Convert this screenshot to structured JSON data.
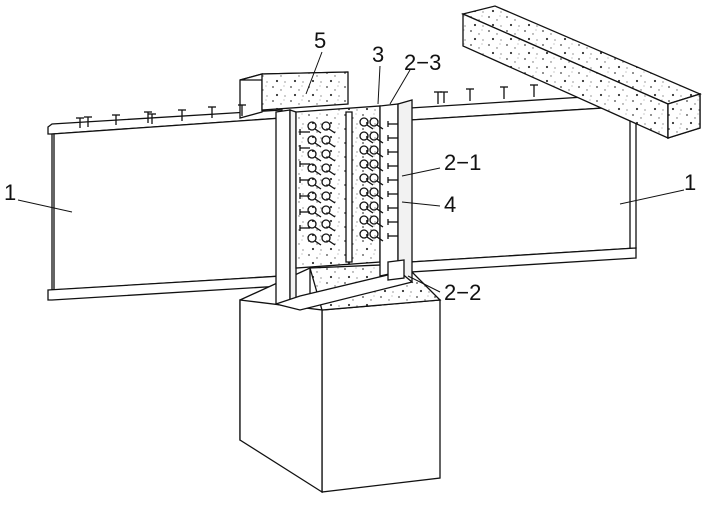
{
  "labels": {
    "l5": "5",
    "l3": "3",
    "l23": "2−3",
    "l21": "2−1",
    "l4": "4",
    "l1_left": "1",
    "l1_right": "1",
    "l22": "2−2"
  }
}
